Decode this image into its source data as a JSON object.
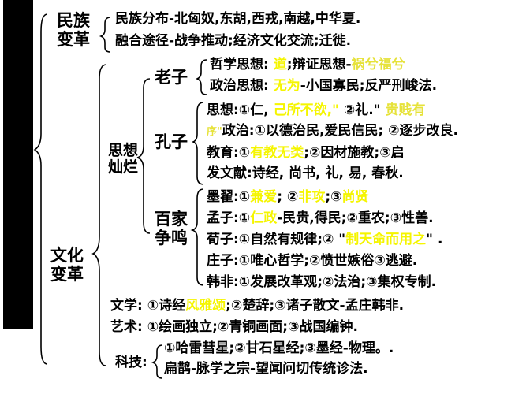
{
  "colors": {
    "highlight": "#f5f500",
    "text": "#000000",
    "bar": "#000000"
  },
  "minzu": {
    "title1": "民族",
    "title2": "变革",
    "line1": "民族分布-北匈奴,东胡,西戎,南越,中华夏.",
    "line2": "融合途径-战争推动;经济文化交流;迁徙."
  },
  "wenhua": {
    "title1": "文化",
    "title2": "变革"
  },
  "sixiang": {
    "c1": "思",
    "c2": "想",
    "c3": "灿",
    "c4": "烂"
  },
  "laozi": {
    "title": "老子",
    "l1_a": "哲学思想: ",
    "l1_b": "道",
    "l1_c": ";辩证思想-",
    "l1_d": "祸兮福兮",
    "l2_a": "政治思想: ",
    "l2_b": "无为",
    "l2_c": "-小国寡民;反严刑峻法."
  },
  "kongzi": {
    "title": "孔子",
    "l1_a": "思想:①仁, ",
    "l1_b": "己所不欲,\"",
    "l1_c": " ②礼.\" ",
    "l1_d": "贵贱有",
    "l2_a": "序\"",
    "l2_b": "政治:①以德治民,爱民信民; ②逐步改良.",
    "l3_a": "教育:①",
    "l3_b": "有教无类",
    "l3_c": ";②因材施教;③启",
    "l4_a": "发",
    "l4_b": "文献:诗经, 尚书, 礼, 易, 春秋."
  },
  "baijia": {
    "title1": "百家",
    "title2": "争鸣",
    "mo_a": "墨翟:①",
    "mo_b": "兼爱",
    "mo_c": "; ②",
    "mo_d": "非攻",
    "mo_e": ";③",
    "mo_f": "尚贤",
    "meng": "孟子:①",
    "meng_b": "仁政",
    "meng_c": "-民贵,得民;②重农;③性善.",
    "xun_a": "荀子:①自然有规律;② \"",
    "xun_b": "制天命而用之",
    "xun_c": "\" .",
    "zhuang": "庄子:①唯心哲学;②愤世嫉俗③逃避.",
    "han": "韩非:①发展改革观;②法治;③集权专制."
  },
  "wenxue": {
    "a": "文学: ①诗经",
    "b": "风雅颂",
    "c": ";②楚辞;③诸子散文-孟庄韩非."
  },
  "yishu": {
    "text": "艺术: ①绘画独立;②青铜画面;③战国编钟."
  },
  "keji": {
    "label": "科技:",
    "l1": "①哈雷彗星;②甘石星经;③墨经-物理。.",
    "l2": "扁鹊-脉学之宗-望闻问切传统诊法."
  }
}
